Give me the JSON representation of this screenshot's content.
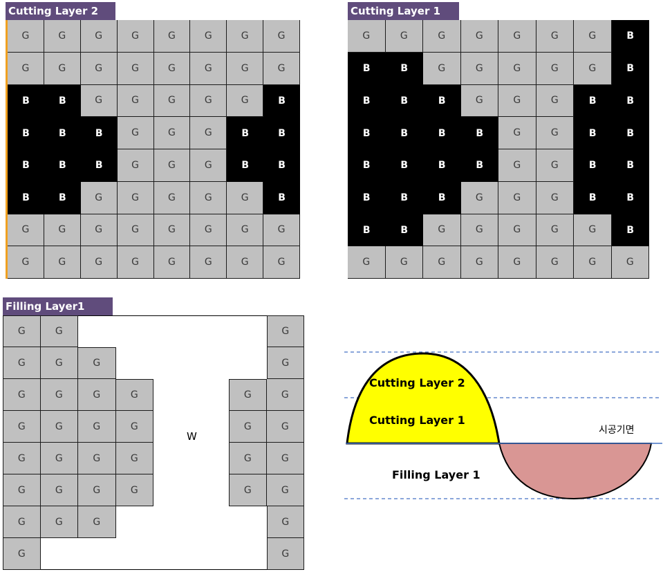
{
  "panels": {
    "cutting2": {
      "title": "Cutting Layer 2",
      "rows": [
        "GGGGGGGG",
        "GGGGGGGG",
        "BBGGGGGB",
        "BBBGGGBB",
        "BBBGGGBB",
        "BBGGGGGB",
        "GGGGGGGG",
        "GGGGGGGG"
      ]
    },
    "cutting1": {
      "title": "Cutting Layer 1",
      "rows": [
        "GGGGGGGB",
        "BBGGGGGB",
        "BBBGGGBB",
        "BBBBGGBB",
        "BBBBGGBB",
        "BBBGGGBB",
        "BBGGGGGB",
        "GGGGGGGG"
      ]
    },
    "filling1": {
      "title": "Filling Layer1",
      "rows": [
        "GGWWWWWG",
        "GGGWWWWG",
        "GGGGWWGG",
        "GGGGWWGG",
        "GGGGWWGG",
        "GGGGWWGG",
        "GGGWWWWG",
        "GWWWWWWG"
      ],
      "center_label": "W"
    }
  },
  "cell_labels": {
    "G": "G",
    "B": "B"
  },
  "diagram": {
    "cutting2_label": "Cutting Layer 2",
    "cutting1_label": "Cutting Layer 1",
    "filling1_label": "Filling Layer 1",
    "ground_label": "시공기면"
  },
  "colors": {
    "tab": "#604c7c",
    "gray_cell": "#c0c0c0",
    "black_cell": "#000000",
    "cut_fill": "#ffff00",
    "fill_fill": "#d99694",
    "dashed_line": "#4472c4"
  }
}
